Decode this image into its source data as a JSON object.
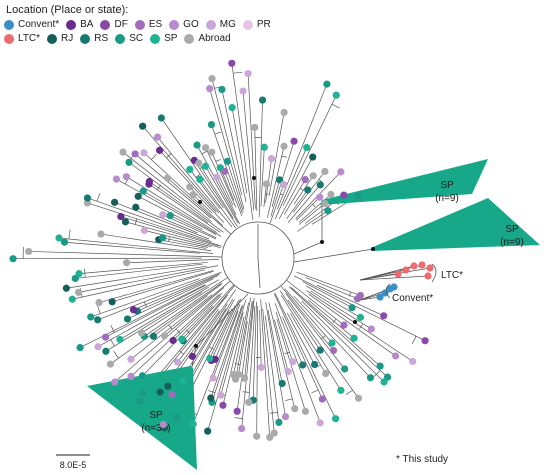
{
  "legend": {
    "title": "Location (Place or state):",
    "rows": [
      [
        {
          "label": "Convent*",
          "color": "#3a8fc6",
          "icon": "convent-dot-icon"
        },
        {
          "label": "BA",
          "color": "#6a2c8f",
          "icon": "ba-dot-icon"
        },
        {
          "label": "DF",
          "color": "#8a49aa",
          "icon": "df-dot-icon"
        },
        {
          "label": "ES",
          "color": "#a26cbd",
          "icon": "es-dot-icon"
        },
        {
          "label": "GO",
          "color": "#b98bcc",
          "icon": "go-dot-icon"
        },
        {
          "label": "MG",
          "color": "#cba7d9",
          "icon": "mg-dot-icon"
        },
        {
          "label": "PR",
          "color": "#e6c5e6",
          "icon": "pr-dot-icon"
        }
      ],
      [
        {
          "label": "LTC*",
          "color": "#ee6b6e",
          "icon": "ltc-dot-icon"
        },
        {
          "label": "RJ",
          "color": "#145f5a",
          "icon": "rj-dot-icon"
        },
        {
          "label": "RS",
          "color": "#177a70",
          "icon": "rs-dot-icon"
        },
        {
          "label": "SC",
          "color": "#1a9a86",
          "icon": "sc-dot-icon"
        },
        {
          "label": "SP",
          "color": "#1fb394",
          "icon": "sp-dot-icon"
        },
        {
          "label": "Abroad",
          "color": "#aaaaaa",
          "icon": "abroad-dot-icon"
        }
      ]
    ]
  },
  "clades": [
    {
      "label": "SP",
      "count": "(n=9)"
    },
    {
      "label": "SP",
      "count": "(n=9)"
    },
    {
      "label": "SP",
      "count": "(n=30)"
    }
  ],
  "group_labels": {
    "ltc": "LTC*",
    "convent": "Convent*"
  },
  "scale": {
    "label": "8.0E-5"
  },
  "footnote": "* This study",
  "colors": {
    "clade_fill": "#17a88a",
    "branch": "#555555",
    "node": "#111111"
  }
}
